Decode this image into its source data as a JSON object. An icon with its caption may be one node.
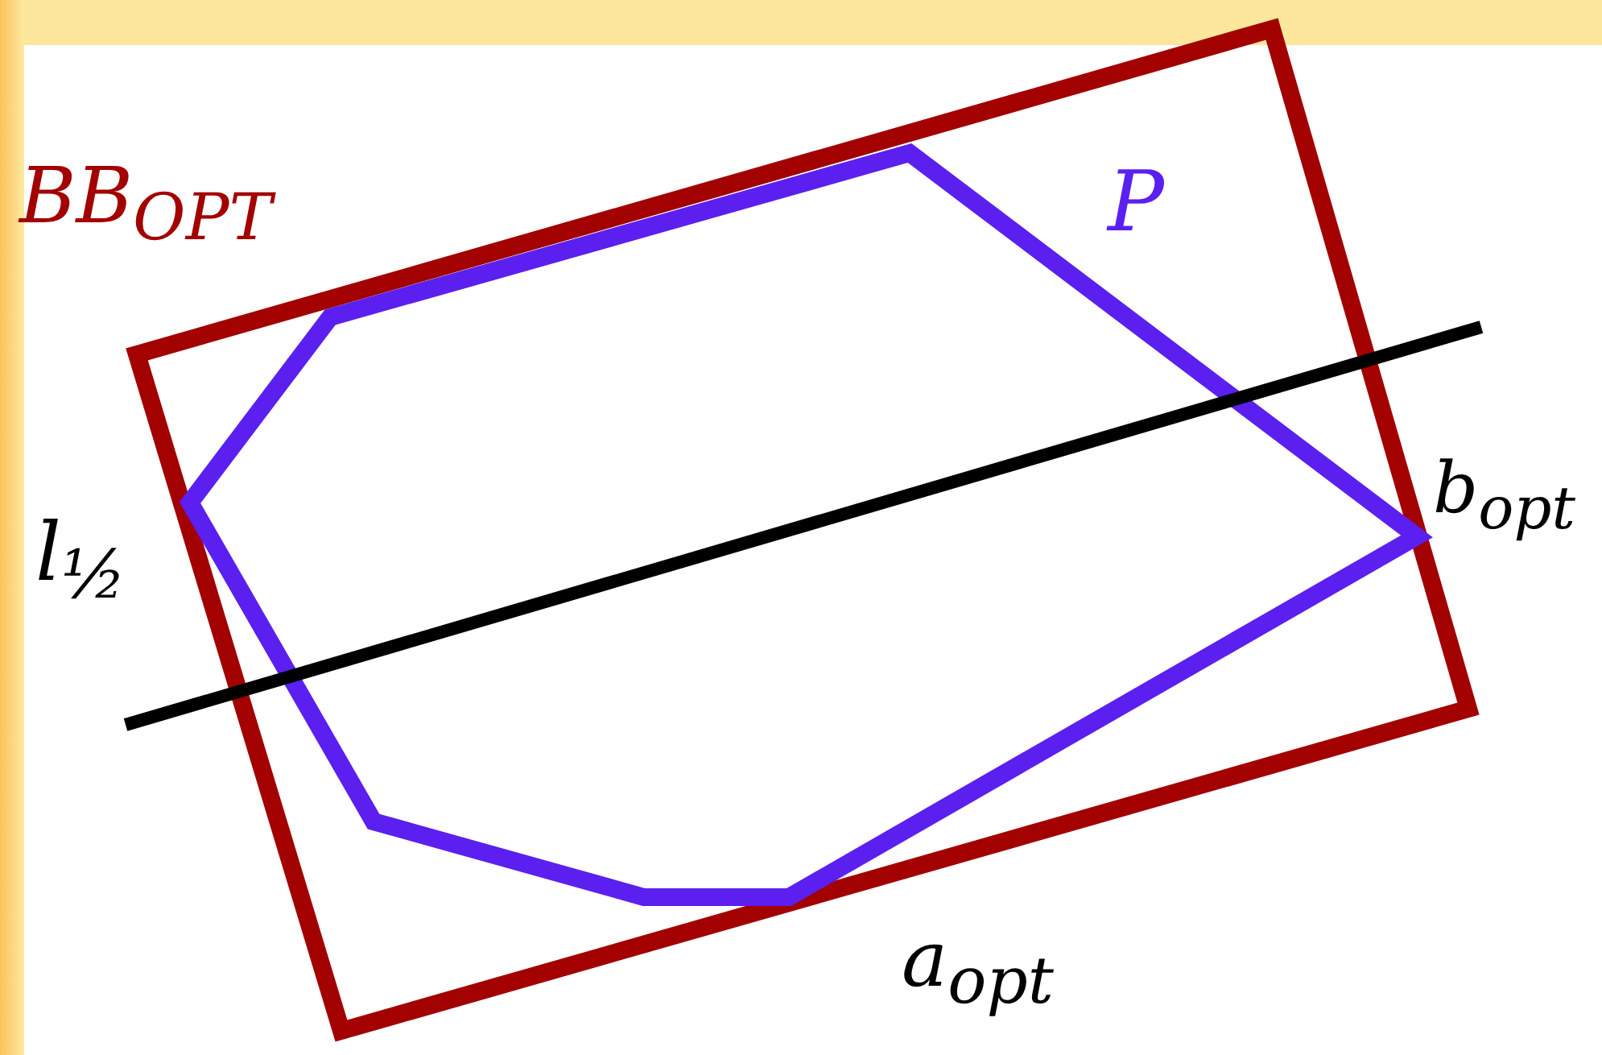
{
  "diagram": {
    "labels": [
      "BB$_{OPT}$",
      "P",
      "b$_{opt}$",
      "l$_{½}$",
      "a$_{opt}$"
    ]
  }
}
